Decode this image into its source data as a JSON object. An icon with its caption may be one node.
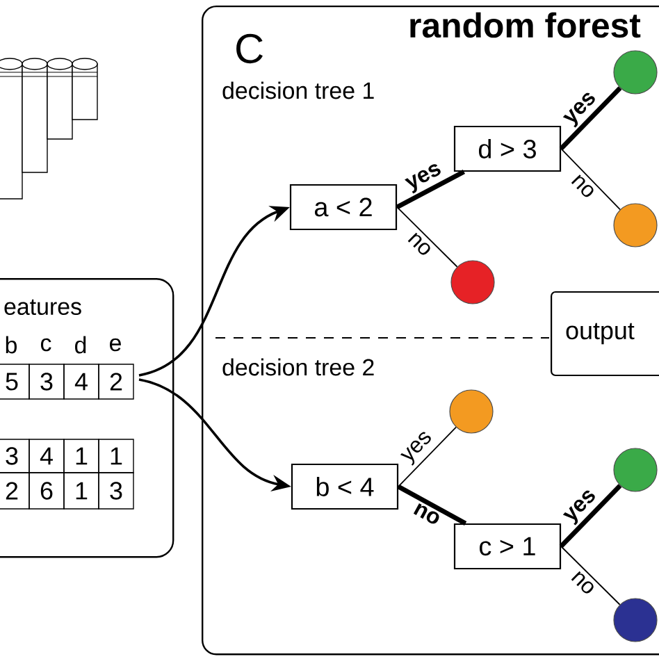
{
  "diagram": {
    "nodes": [
      {
        "text": [
          "C",
          "random forest"
        ]
      },
      {
        "text": [
          "a < 2"
        ],
        "in": 0
      },
      {
        "text": [
          "d > 3"
        ],
        "in": 0
      },
      {
        "text": [],
        "shape": "circle",
        "in": 0
      },
      {
        "text": [],
        "shape": "circle",
        "in": 0
      },
      {
        "text": [],
        "shape": "circle",
        "in": 0
      },
      {
        "text": [
          "output"
        ],
        "in": 0
      },
      {
        "text": [
          "b < 4"
        ],
        "in": 0
      },
      {
        "text": [],
        "shape": "circle",
        "in": 0
      },
      {
        "text": [
          "c > 1"
        ],
        "in": 0
      },
      {
        "text": [],
        "shape": "circle",
        "in": 0
      },
      {
        "text": [],
        "shape": "circle",
        "in": 0
      },
      {
        "text": [
          "eatures"
        ]
      }
    ],
    "edges": [
      {
        "from": 12,
        "to": 1,
        "arrow": "to"
      },
      {
        "from": 12,
        "to": 7,
        "arrow": "to"
      },
      {
        "from": 1,
        "to": 2,
        "arrow": "none",
        "label": "yes",
        "style": "thick"
      },
      {
        "from": 1,
        "to": 5,
        "arrow": "none",
        "label": "no"
      },
      {
        "from": 2,
        "to": 3,
        "arrow": "none",
        "label": "yes",
        "style": "thick"
      },
      {
        "from": 2,
        "to": 4,
        "arrow": "none",
        "label": "no"
      },
      {
        "from": 7,
        "to": 8,
        "arrow": "none",
        "label": "yes"
      },
      {
        "from": 7,
        "to": 9,
        "arrow": "none",
        "label": "no",
        "style": "thick"
      },
      {
        "from": 9,
        "to": 10,
        "arrow": "none",
        "label": "yes",
        "style": "thick"
      },
      {
        "from": 9,
        "to": 11,
        "arrow": "none",
        "label": "no"
      }
    ],
    "labels": [
      "decision tree 1",
      "decision tree 2",
      "b",
      "c",
      "d",
      "e",
      "5",
      "3",
      "4",
      "2",
      "3",
      "4",
      "1",
      "1",
      "2",
      "6",
      "1",
      "3"
    ]
  }
}
